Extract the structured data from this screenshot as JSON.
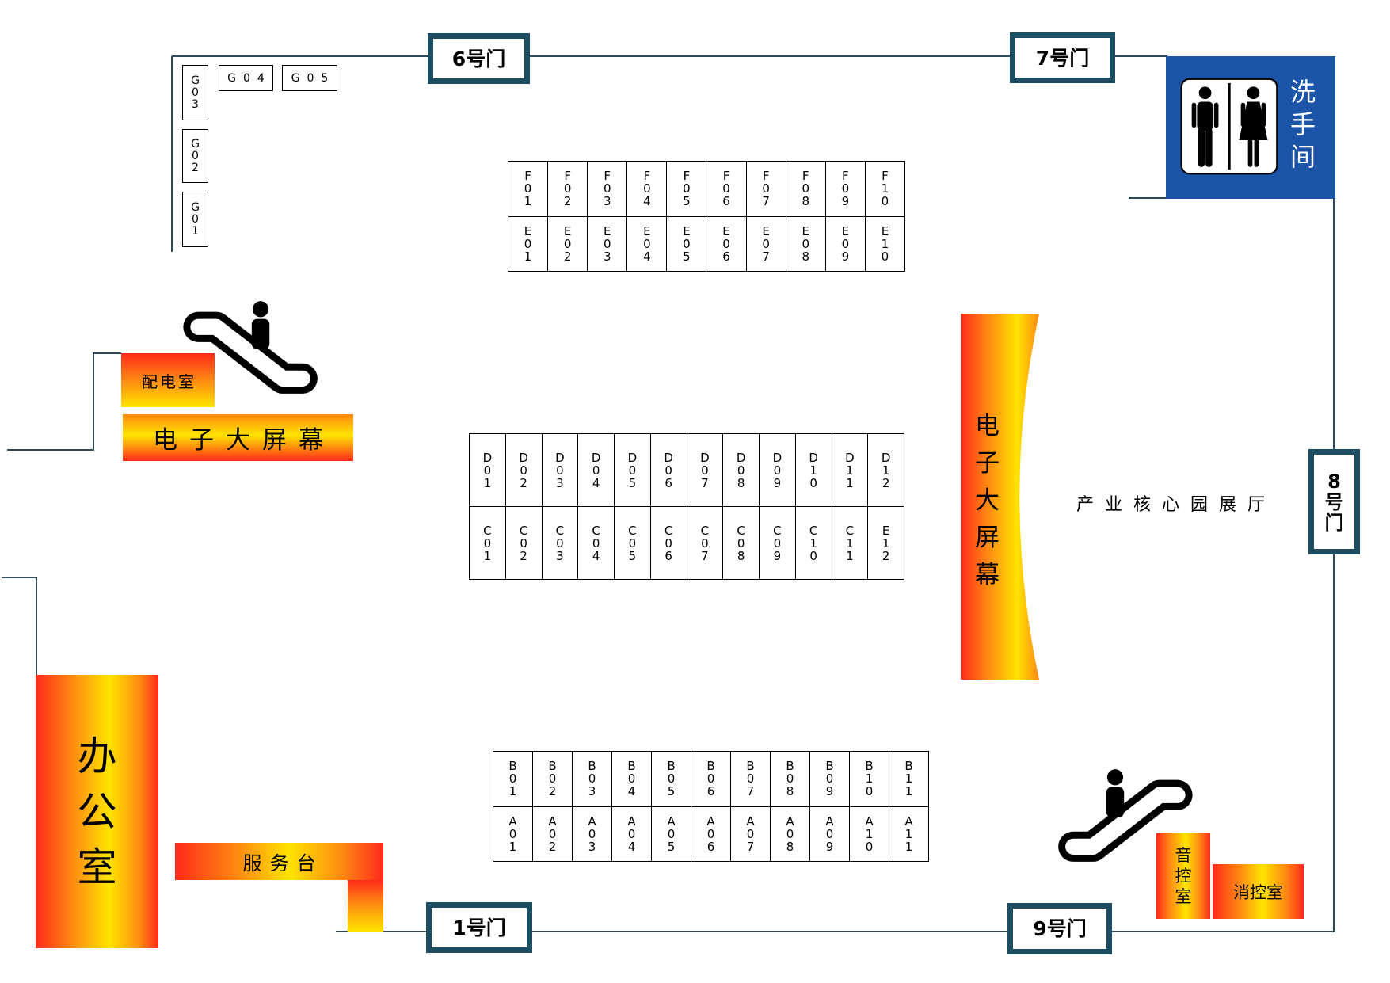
{
  "hall_name": "产业核心园展厅",
  "doors": {
    "door_6": "6号门",
    "door_7": "7号门",
    "door_8": "8号门",
    "door_1": "1号门",
    "door_9": "9号门"
  },
  "rooms": {
    "restroom": "洗手间",
    "power_room": "配电室",
    "screen_left": "电子大屏幕",
    "screen_right": "电子大屏幕",
    "office": "办公室",
    "service_desk": "服务台",
    "sound_control_room": "音控室",
    "fire_control_room": "消控室"
  },
  "booths": {
    "g_column": [
      "G03",
      "G02",
      "G01"
    ],
    "g_row": [
      "G04",
      "G05"
    ],
    "f_row": [
      "F01",
      "F02",
      "F03",
      "F04",
      "F05",
      "F06",
      "F07",
      "F08",
      "F09",
      "F10"
    ],
    "e_row": [
      "E01",
      "E02",
      "E03",
      "E04",
      "E05",
      "E06",
      "E07",
      "E08",
      "E09",
      "E10"
    ],
    "d_row": [
      "D01",
      "D02",
      "D03",
      "D04",
      "D05",
      "D06",
      "D07",
      "D08",
      "D09",
      "D10",
      "D11",
      "D12"
    ],
    "c_row": [
      "C01",
      "C02",
      "C03",
      "C04",
      "C05",
      "C06",
      "C07",
      "C08",
      "C09",
      "C10",
      "C11",
      "E12"
    ],
    "b_row": [
      "B01",
      "B02",
      "B03",
      "B04",
      "B05",
      "B06",
      "B07",
      "B08",
      "B09",
      "B10",
      "B11"
    ],
    "a_row": [
      "A01",
      "A02",
      "A03",
      "A04",
      "A05",
      "A06",
      "A07",
      "A08",
      "A09",
      "A10",
      "A11"
    ]
  },
  "icons": {
    "escalator_upper_left": "escalator-icon",
    "escalator_lower_right": "escalator-icon",
    "restroom_sign": "male-female-restroom-icon"
  },
  "colors": {
    "wall": "#2c4a5a",
    "door_border": "#1d4d61",
    "restroom_blue": "#1c55a7",
    "gradient_red": "#ff2a1a",
    "gradient_orange": "#ff8a12",
    "gradient_yellow": "#ffe400"
  }
}
